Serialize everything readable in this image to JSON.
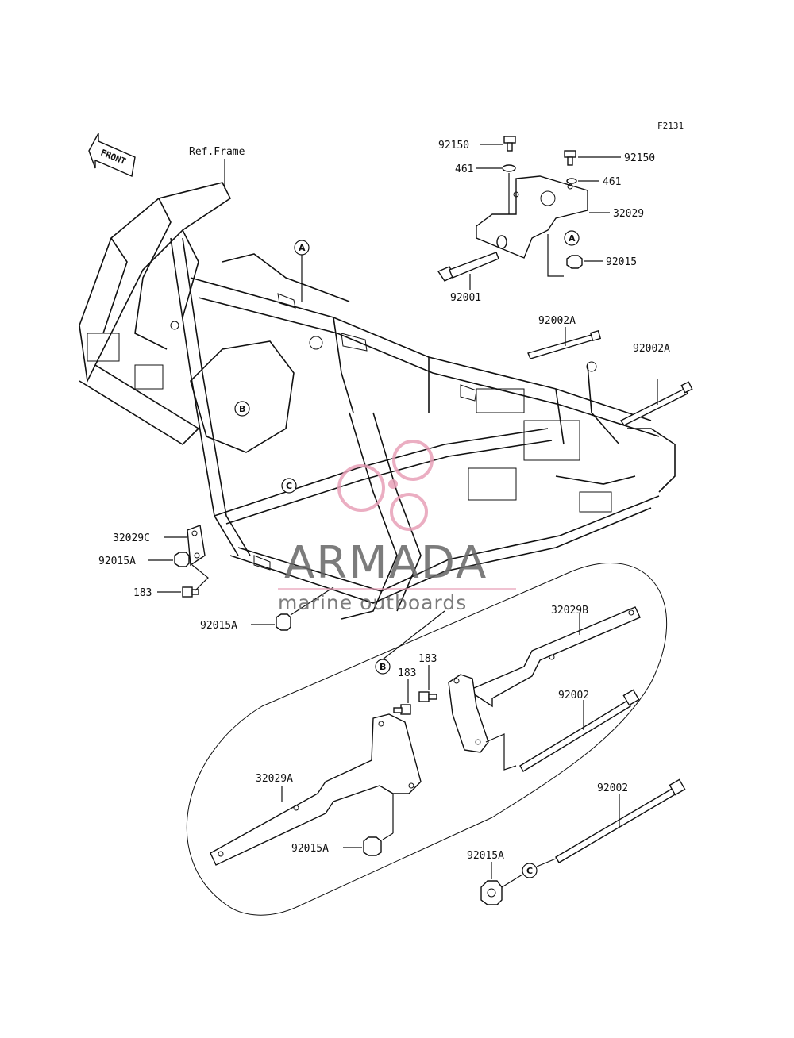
{
  "figure_code": "F2131",
  "front_arrow_label": "FRONT",
  "ref_label": "Ref.Frame",
  "callouts": {
    "A": "A",
    "B": "B",
    "C": "C"
  },
  "parts": {
    "bolt_92150_left": "92150",
    "bolt_92150_right": "92150",
    "washer_461_left": "461",
    "washer_461_right": "461",
    "bracket_32029": "32029",
    "nut_92015": "92015",
    "bolt_92001": "92001",
    "bolt_92002A_top": "92002A",
    "bolt_92002A_right": "92002A",
    "bracket_32029C": "32029C",
    "nut_92015A_left": "92015A",
    "bolt_183_left": "183",
    "nut_92015A_center": "92015A",
    "bracket_32029B": "32029B",
    "bolt_183_inset_a": "183",
    "bolt_183_inset_b": "183",
    "bolt_92002_inset": "92002",
    "bracket_32029A": "32029A",
    "nut_92015A_inset": "92015A",
    "bolt_92002_lower": "92002",
    "nut_92015A_lower": "92015A"
  },
  "watermark": {
    "brand": "ARMADA",
    "tagline": "marine outboards",
    "color": "#e8a0b8"
  }
}
